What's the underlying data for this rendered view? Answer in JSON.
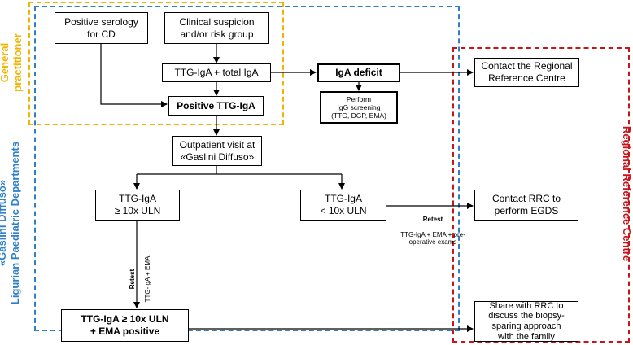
{
  "regions": {
    "general_practitioner": {
      "label": "General\npractitioner",
      "color": "#f0b400"
    },
    "ligurian_departments": {
      "label": "«Gaslini Diffuso»\nLigurian Paediatric Departments",
      "color": "#2f80c8"
    },
    "regional_reference_centre": {
      "label": "Regional Reference Centre",
      "color": "#c8151b"
    }
  },
  "boxes": {
    "positive_serology": "Positive serology\nfor CD",
    "clinical_suspicion": "Clinical suspicion\nand/or risk group",
    "ttg_total_iga": "TTG-IgA + total IgA",
    "iga_deficit": "IgA deficit",
    "igg_screening": "Perform\nIgG screening\n(TTG, DGP, EMA)",
    "contact_regional": "Contact the Regional\nReference Centre",
    "positive_ttg": "Positive TTG-IgA",
    "outpatient_visit": "Outpatient visit at\n«Gaslini Diffuso»",
    "ttg_ge_10": "TTG-IgA\n≥ 10x ULN",
    "ttg_lt_10": "TTG-IgA\n< 10x ULN",
    "contact_rrc_egds": "Contact RRC to\nperform EGDS",
    "ttg_ema_positive": "TTG-IgA ≥ 10x ULN\n+ EMA positive",
    "share_rrc": "Share with RRC to\ndiscuss the biopsy-\nsparing approach\nwith the family"
  },
  "notes": {
    "retest_left": {
      "title": "Retest",
      "text": "TTG-IgA + EMA"
    },
    "retest_right": {
      "title": "Retest",
      "text": "TTG-IgA + EMA + pre-\noperative exams"
    }
  }
}
